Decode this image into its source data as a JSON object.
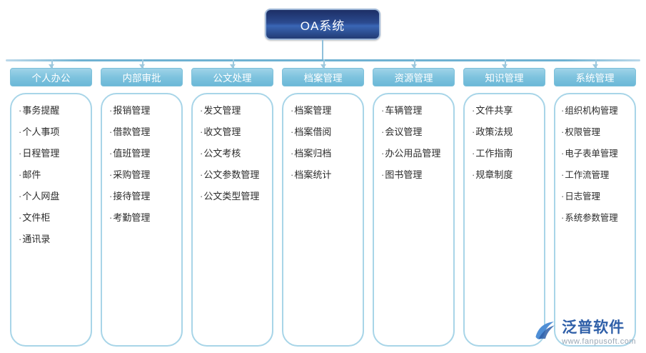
{
  "title": "OA系统",
  "columns": [
    {
      "header": "个人办公",
      "items": [
        "事务提醒",
        "个人事项",
        "日程管理",
        "邮件",
        "个人网盘",
        "文件柜",
        "通讯录"
      ]
    },
    {
      "header": "内部审批",
      "items": [
        "报销管理",
        "借款管理",
        "值班管理",
        "采购管理",
        "接待管理",
        "考勤管理"
      ]
    },
    {
      "header": "公文处理",
      "items": [
        "发文管理",
        "收文管理",
        "公文考核",
        "公文参数管理",
        "公文类型管理"
      ]
    },
    {
      "header": "档案管理",
      "items": [
        "档案管理",
        "档案借阅",
        "档案归档",
        "档案统计"
      ]
    },
    {
      "header": "资源管理",
      "items": [
        "车辆管理",
        "会议管理",
        "办公用品管理",
        "图书管理"
      ]
    },
    {
      "header": "知识管理",
      "items": [
        "文件共享",
        "政策法规",
        "工作指南",
        "规章制度"
      ]
    },
    {
      "header": "系统管理",
      "items": [
        "组织机构管理",
        "权限管理",
        "电子表单管理",
        "工作流管理",
        "日志管理",
        "系统参数管理"
      ]
    }
  ],
  "logo": {
    "name": "泛普软件",
    "url": "www.fanpusoft.com"
  },
  "colors": {
    "accent": "#6bb8d7",
    "title_dark": "#1d2f66",
    "logo_blue": "#2f5fa8"
  },
  "bullet": "·"
}
